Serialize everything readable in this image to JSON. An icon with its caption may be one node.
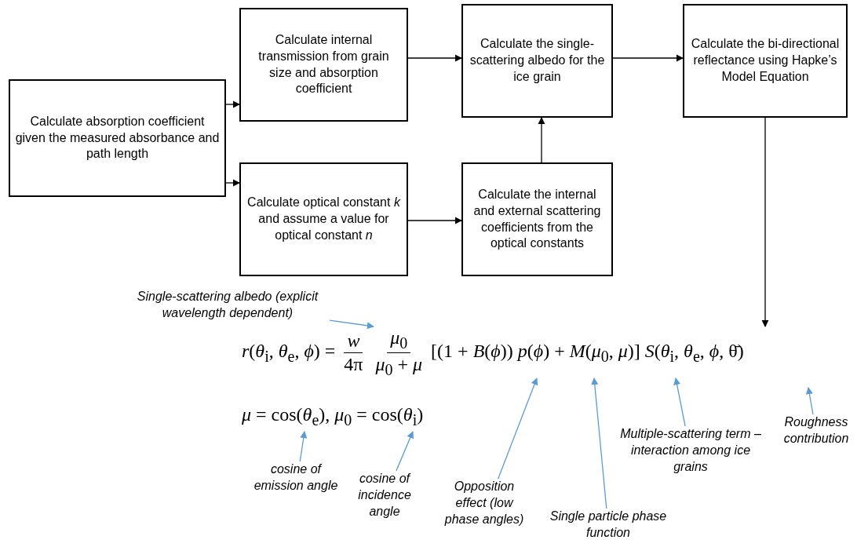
{
  "diagram": {
    "nodes": [
      {
        "text": [
          "Calculate absorption coefficient given the measured absorbance and path length"
        ]
      },
      {
        "text": [
          "Calculate internal transmission from grain size and absorption coefficient"
        ]
      },
      {
        "text": [
          "Calculate the single-scattering albedo for the ice grain"
        ]
      },
      {
        "text": [
          "Calculate the bi-directional reflectance using Hapke’s Model Equation"
        ]
      },
      {
        "text": [
          "Calculate optical constant *k* and assume a value for optical constant *n*"
        ]
      },
      {
        "text": [
          "Calculate the internal and external scattering coefficients from the optical constants"
        ]
      },
      {
        "text": [
          "*r*(*θ*$_{i}$, *θ*$_{e}$, *ϕ*) =",
          "*w*",
          "4π",
          "*μ*$_{0}$",
          "*μ*$_{0}$ + *μ*",
          "[(1 + *B*(*ϕ*)) *p*(*ϕ*) + *M*(*μ*$_{0}$, *μ*)] *S*(*θ*$_{i}$, *θ*$_{e}$, *ϕ*, θ̄)"
        ]
      },
      {
        "text": [
          "*μ* = cos(*θ*$_{e}$),   *μ*$_{0}$ = cos(*θ*$_{i}$)"
        ]
      },
      {
        "text": [
          "Single-scattering albedo (explicit wavelength dependent)"
        ]
      },
      {
        "text": [
          "cosine of emission angle"
        ]
      },
      {
        "text": [
          "cosine of incidence angle"
        ]
      },
      {
        "text": [
          "Opposition effect (low phase angles)"
        ]
      },
      {
        "text": [
          "Single particle phase function"
        ]
      },
      {
        "text": [
          "Multiple-scattering term – interaction among ice grains"
        ]
      },
      {
        "text": [
          "Roughness contribution"
        ]
      }
    ],
    "edges": [
      {
        "from": 0,
        "to": 1,
        "arrow": "to"
      },
      {
        "from": 0,
        "to": 4,
        "arrow": "to"
      },
      {
        "from": 1,
        "to": 2,
        "arrow": "to"
      },
      {
        "from": 4,
        "to": 5,
        "arrow": "to"
      },
      {
        "from": 5,
        "to": 2,
        "arrow": "to"
      },
      {
        "from": 2,
        "to": 3,
        "arrow": "to"
      },
      {
        "from": 3,
        "to": 6,
        "arrow": "to"
      },
      {
        "from": 8,
        "to": 6,
        "arrow": "to",
        "color": "#5b9bd5"
      },
      {
        "from": 9,
        "to": 7,
        "arrow": "to",
        "color": "#5b9bd5"
      },
      {
        "from": 10,
        "to": 7,
        "arrow": "to",
        "color": "#5b9bd5"
      },
      {
        "from": 11,
        "to": 6,
        "arrow": "to",
        "color": "#5b9bd5"
      },
      {
        "from": 12,
        "to": 6,
        "arrow": "to",
        "color": "#5b9bd5"
      },
      {
        "from": 13,
        "to": 6,
        "arrow": "to",
        "color": "#5b9bd5"
      },
      {
        "from": 14,
        "to": null,
        "arrow": "to",
        "color": "#5b9bd5"
      }
    ]
  }
}
